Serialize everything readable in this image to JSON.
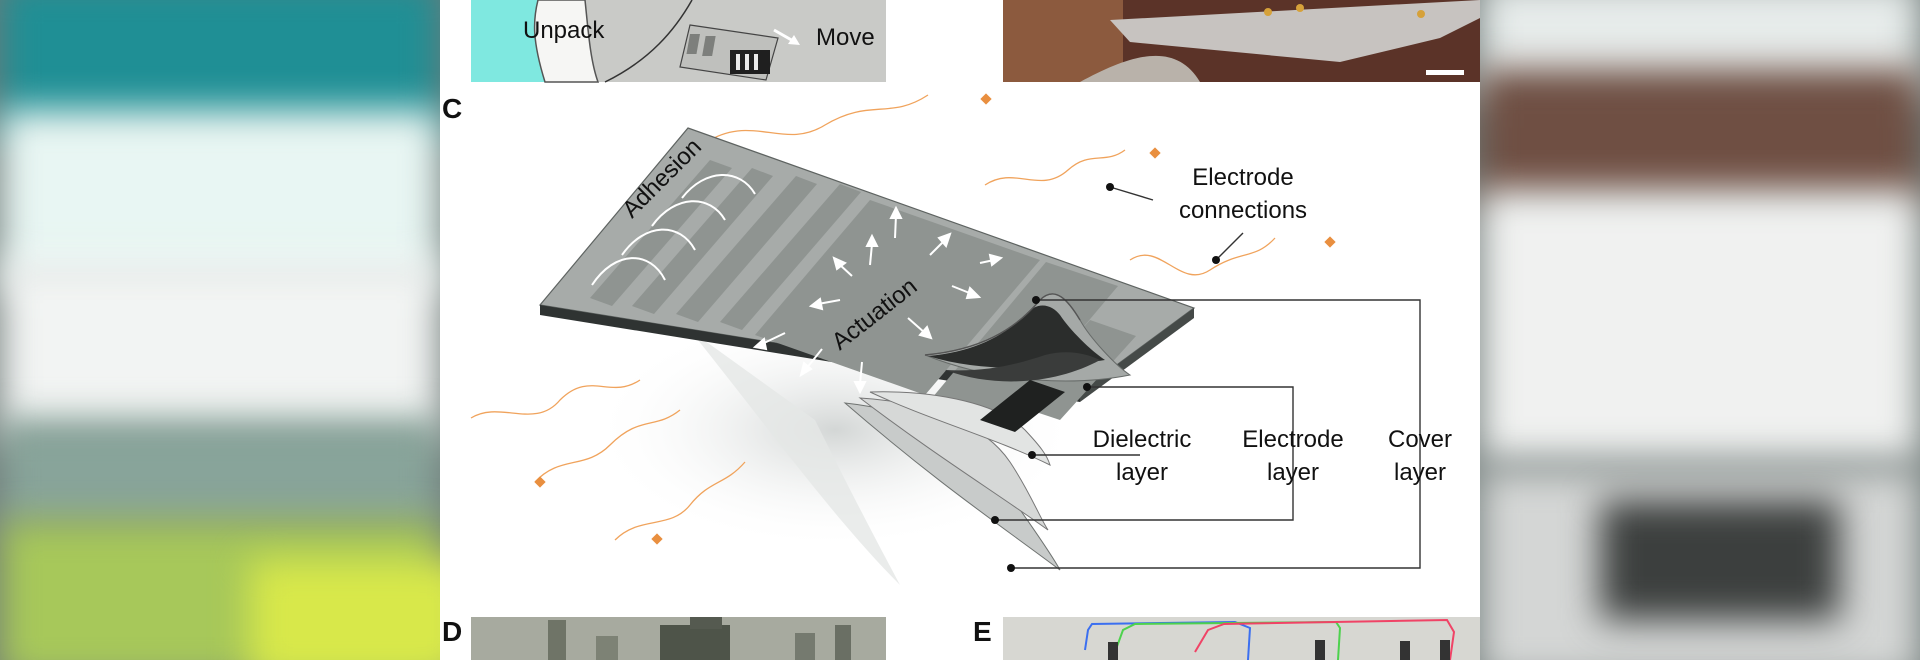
{
  "colors": {
    "background": "#ffffff",
    "device": "#a7aba9",
    "electrode": "#8f9491",
    "wire": "#f0a35c",
    "pad": "#e98f3f",
    "layer_dark": "#2b2d2c",
    "annotation_line": "#333333"
  },
  "panel_b_top": {
    "unpack_label": "Unpack",
    "move_label": "Move"
  },
  "panel_c": {
    "letter": "C",
    "adhesion_label": "Adhesion",
    "actuation_label": "Actuation",
    "electrode_connections_line1": "Electrode",
    "electrode_connections_line2": "connections",
    "dielectric_line1": "Dielectric",
    "dielectric_line2": "layer",
    "electrode_line1": "Electrode",
    "electrode_line2": "layer",
    "cover_line1": "Cover",
    "cover_line2": "layer"
  },
  "panel_d": {
    "letter": "D"
  },
  "panel_e": {
    "letter": "E"
  }
}
